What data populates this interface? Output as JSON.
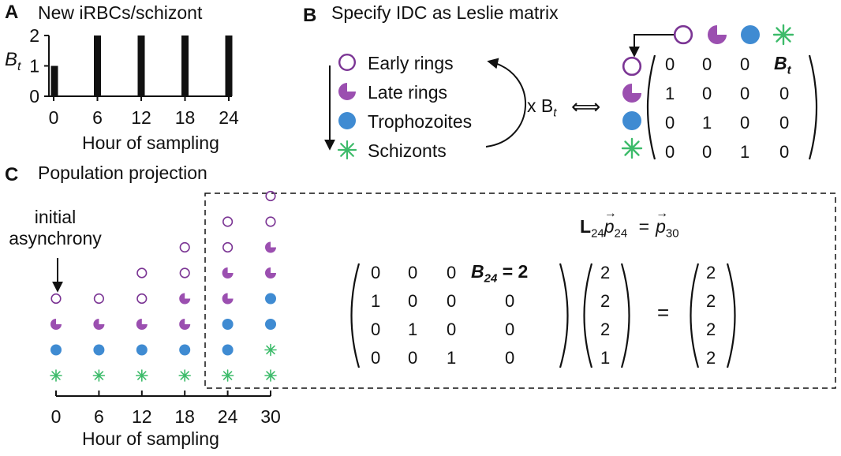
{
  "panel_a": {
    "label": "A",
    "title": "New iRBCs/schizont",
    "ylabel_main": "B",
    "ylabel_sub": "t",
    "xlabel": "Hour of sampling"
  },
  "panel_b": {
    "label": "B",
    "title": "Specify IDC as Leslie matrix",
    "stages": [
      {
        "label": "Early rings",
        "icon": "open-circle-icon"
      },
      {
        "label": "Late rings",
        "icon": "pacman-icon"
      },
      {
        "label": "Trophozoites",
        "icon": "filled-circle-icon"
      },
      {
        "label": "Schizonts",
        "icon": "asterisk-icon"
      }
    ],
    "multiply_main": "x B",
    "multiply_sub": "t",
    "iff": "⟺",
    "matrix": [
      [
        "0",
        "0",
        "0",
        "B"
      ],
      [
        "1",
        "0",
        "0",
        "0"
      ],
      [
        "0",
        "1",
        "0",
        "0"
      ],
      [
        "0",
        "0",
        "1",
        "0"
      ]
    ],
    "matrix_b_sub": "t"
  },
  "panel_c": {
    "label": "C",
    "title": "Population projection",
    "annotation_line1": "initial",
    "annotation_line2": "asynchrony",
    "xlabel": "Hour of sampling",
    "equation": {
      "L": "L",
      "L_sub": "24",
      "p": "p",
      "p_sub": "24",
      "equals": "=",
      "rhs_p": "p",
      "rhs_sub": "30"
    },
    "matrix": [
      [
        "0",
        "0",
        "0",
        ""
      ],
      [
        "1",
        "0",
        "0",
        "0"
      ],
      [
        "0",
        "1",
        "0",
        "0"
      ],
      [
        "0",
        "0",
        "1",
        "0"
      ]
    ],
    "matrix_b": "B",
    "matrix_b_sub": "24",
    "matrix_b_eq": "= 2",
    "vec_p24": [
      "2",
      "2",
      "2",
      "1"
    ],
    "vec_p30": [
      "2",
      "2",
      "2",
      "2"
    ],
    "equals": "="
  },
  "colors": {
    "purple": "#7b3594",
    "late_ring": "#9b4fb0",
    "blue": "#3f8bd2",
    "green": "#3dbb6a"
  },
  "chart_data": [
    {
      "type": "bar",
      "title": "New iRBCs/schizont",
      "xlabel": "Hour of sampling",
      "ylabel": "B_t",
      "x": [
        0,
        6,
        12,
        18,
        24
      ],
      "values": [
        1,
        2,
        2,
        2,
        2
      ],
      "xticks": [
        "0",
        "6",
        "12",
        "18",
        "24"
      ],
      "yticks": [
        "0",
        "1",
        "2"
      ],
      "ylim": [
        0,
        2
      ],
      "xlim": [
        0,
        24
      ]
    },
    {
      "type": "scatter",
      "title": "Population projection",
      "xlabel": "Hour of sampling",
      "xticks": [
        "0",
        "6",
        "12",
        "18",
        "24",
        "30"
      ],
      "series_order_bottom_to_top": [
        "Schizonts",
        "Trophozoites",
        "Late rings",
        "Early rings"
      ],
      "columns": [
        {
          "x": 0,
          "Schizonts": 1,
          "Trophozoites": 1,
          "Late rings": 1,
          "Early rings": 1
        },
        {
          "x": 6,
          "Schizonts": 1,
          "Trophozoites": 1,
          "Late rings": 1,
          "Early rings": 1
        },
        {
          "x": 12,
          "Schizonts": 1,
          "Trophozoites": 1,
          "Late rings": 1,
          "Early rings": 2
        },
        {
          "x": 18,
          "Schizonts": 1,
          "Trophozoites": 1,
          "Late rings": 2,
          "Early rings": 2
        },
        {
          "x": 24,
          "Schizonts": 1,
          "Trophozoites": 2,
          "Late rings": 2,
          "Early rings": 2
        },
        {
          "x": 30,
          "Schizonts": 2,
          "Trophozoites": 2,
          "Late rings": 2,
          "Early rings": 2
        }
      ]
    }
  ]
}
